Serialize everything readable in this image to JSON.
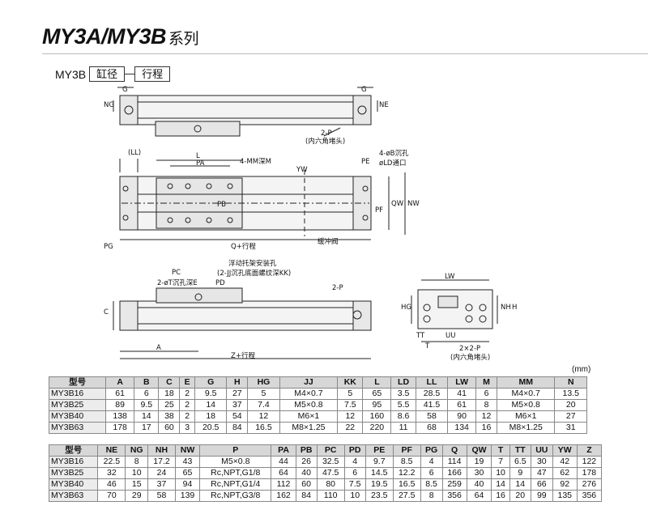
{
  "header": {
    "title_main": "MY3A/MY3B",
    "title_sub": "系列"
  },
  "model_line": {
    "prefix": "MY3B",
    "box1": "缸径",
    "box2": "行程"
  },
  "drawing_labels": {
    "g": "G",
    "ng": "NG",
    "ne": "NE",
    "p2": "2-P",
    "p2_note": "(内六角堵头)",
    "ll": "(LL)",
    "l": "L",
    "pa": "PA",
    "mm_deep": "4-MM深M",
    "yw": "YW",
    "pe": "PE",
    "od_hole": "4-øB沉孔",
    "od_depth": "øLD通口",
    "pb": "PB",
    "pf": "PF",
    "qw": "QW",
    "nw": "NW",
    "pg": "PG",
    "q_stroke": "Q+行程",
    "cushion": "缓冲阀",
    "float_hole": "浮动托架安装孔",
    "float_hole2": "(2-JJ沉孔底面螺纹深KK)",
    "pc": "PC",
    "t_hole": "2-øT沉孔深E",
    "pd": "PD",
    "c": "C",
    "a": "A",
    "z_stroke": "Z+行程",
    "p2b": "2-P",
    "lw": "LW",
    "hg": "HG",
    "nh": "NH",
    "h": "H",
    "tt": "TT",
    "uu": "UU",
    "t": "T",
    "p2x2": "2×2-P",
    "p2x2_note": "(内六角堵头)"
  },
  "unit": "(mm)",
  "table1": {
    "headers": [
      "型号",
      "A",
      "B",
      "C",
      "E",
      "G",
      "H",
      "HG",
      "JJ",
      "KK",
      "L",
      "LD",
      "LL",
      "LW",
      "M",
      "MM",
      "N"
    ],
    "rows": [
      [
        "MY3B16",
        "61",
        "6",
        "18",
        "2",
        "9.5",
        "27",
        "5",
        "M4×0.7",
        "5",
        "65",
        "3.5",
        "28.5",
        "41",
        "6",
        "M4×0.7",
        "13.5"
      ],
      [
        "MY3B25",
        "89",
        "9.5",
        "25",
        "2",
        "14",
        "37",
        "7.4",
        "M5×0.8",
        "7.5",
        "95",
        "5.5",
        "41.5",
        "61",
        "8",
        "M5×0.8",
        "20"
      ],
      [
        "MY3B40",
        "138",
        "14",
        "38",
        "2",
        "18",
        "54",
        "12",
        "M6×1",
        "12",
        "160",
        "8.6",
        "58",
        "90",
        "12",
        "M6×1",
        "27"
      ],
      [
        "MY3B63",
        "178",
        "17",
        "60",
        "3",
        "20.5",
        "84",
        "16.5",
        "M8×1.25",
        "22",
        "220",
        "11",
        "68",
        "134",
        "16",
        "M8×1.25",
        "31"
      ]
    ]
  },
  "table2": {
    "headers": [
      "型号",
      "NE",
      "NG",
      "NH",
      "NW",
      "P",
      "PA",
      "PB",
      "PC",
      "PD",
      "PE",
      "PF",
      "PG",
      "Q",
      "QW",
      "T",
      "TT",
      "UU",
      "YW",
      "Z"
    ],
    "rows": [
      [
        "MY3B16",
        "22.5",
        "8",
        "17.2",
        "43",
        "M5×0.8",
        "44",
        "26",
        "32.5",
        "4",
        "9.7",
        "8.5",
        "4",
        "114",
        "19",
        "7",
        "6.5",
        "30",
        "42",
        "122"
      ],
      [
        "MY3B25",
        "32",
        "10",
        "24",
        "65",
        "Rc,NPT,G1/8",
        "64",
        "40",
        "47.5",
        "6",
        "14.5",
        "12.2",
        "6",
        "166",
        "30",
        "10",
        "9",
        "47",
        "62",
        "178"
      ],
      [
        "MY3B40",
        "46",
        "15",
        "37",
        "94",
        "Rc,NPT,G1/4",
        "112",
        "60",
        "80",
        "7.5",
        "19.5",
        "16.5",
        "8.5",
        "259",
        "40",
        "14",
        "14",
        "66",
        "92",
        "276"
      ],
      [
        "MY3B63",
        "70",
        "29",
        "58",
        "139",
        "Rc,NPT,G3/8",
        "162",
        "84",
        "110",
        "10",
        "23.5",
        "27.5",
        "8",
        "356",
        "64",
        "16",
        "20",
        "99",
        "135",
        "356"
      ]
    ]
  }
}
